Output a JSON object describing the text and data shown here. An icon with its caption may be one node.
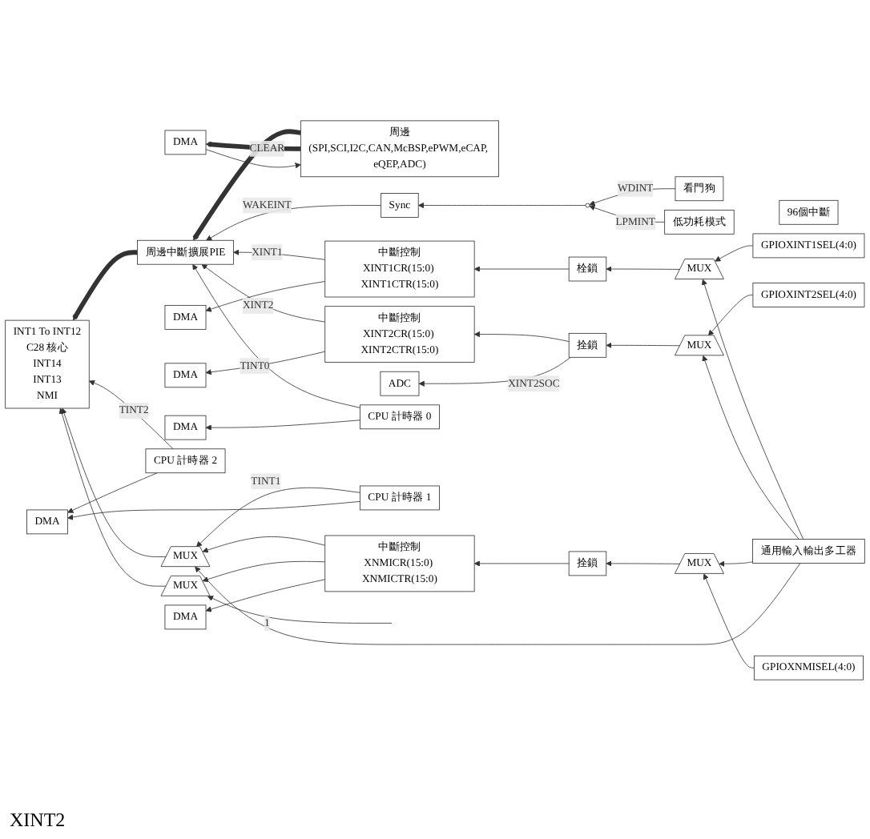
{
  "diagram": {
    "nodes": [
      {
        "text": [
          "INT1 To INT12",
          "C28 核心",
          "INT14",
          "INT13",
          "NMI"
        ]
      },
      {
        "text": [
          "周邊中斷擴展PIE"
        ]
      },
      {
        "text": [
          "96個中斷"
        ]
      },
      {
        "text": [
          "周邊",
          "(SPI,SCI,I2C,CAN,McBSP,ePWM,eCAP, eQEP,ADC)"
        ]
      },
      {
        "text": [
          "DMA"
        ]
      },
      {
        "text": [
          "Sync"
        ]
      },
      {
        "text": [],
        "shape": "gate"
      },
      {
        "text": [
          "看門狗"
        ]
      },
      {
        "text": [
          "低功耗模式"
        ]
      },
      {
        "text": [
          "DMA"
        ]
      },
      {
        "text": [
          "中斷控制",
          "XINT1CR(15:0) XINT1CTR(15:0)"
        ]
      },
      {
        "text": [
          "栓鎖"
        ]
      },
      {
        "text": [
          "MUX"
        ]
      },
      {
        "text": [
          "GPIOXINT1SEL(4:0)"
        ]
      },
      {
        "text": [
          "ADC"
        ]
      },
      {
        "text": [
          "DMA"
        ]
      },
      {
        "text": [
          "中斷控制",
          "XINT2CR(15:0) XINT2CTR(15:0)"
        ]
      },
      {
        "text": [
          "拴鎖"
        ]
      },
      {
        "text": [
          "MUX"
        ]
      },
      {
        "text": [
          "GPIOXINT2SEL(4:0)"
        ]
      },
      {
        "text": [
          "DMA"
        ]
      },
      {
        "text": [
          "CPU 計時器 0"
        ]
      },
      {
        "text": [
          "DMA"
        ]
      },
      {
        "text": [
          "CPU 計時器 2"
        ]
      },
      {
        "text": [
          "CPU 計時器 1"
        ]
      },
      {
        "text": [
          "MUX"
        ]
      },
      {
        "text": [
          "MUX"
        ]
      },
      {
        "text": [
          "中斷控制",
          "XNMICR(15:0) XNMICTR(15:0)"
        ]
      },
      {
        "text": [
          "拴鎖"
        ]
      },
      {
        "text": [
          "MUX"
        ]
      },
      {
        "text": [
          "GPIOXNMISEL(4:0)"
        ]
      },
      {
        "text": [
          "DMA"
        ]
      },
      {
        "text": [
          "通用輸入輸出多工器"
        ]
      }
    ],
    "edges": [
      {
        "from": 1,
        "to": 0,
        "arrow": "to",
        "style": "thick"
      },
      {
        "from": 3,
        "to": 1,
        "arrow": "to",
        "style": "thick"
      },
      {
        "from": 3,
        "to": 4,
        "arrow": "to",
        "style": "thick",
        "label": "CLEAR"
      },
      {
        "from": 4,
        "to": 3,
        "arrow": "to"
      },
      {
        "from": 5,
        "to": 1,
        "arrow": "to",
        "label": "WAKEINT"
      },
      {
        "from": 6,
        "to": 5,
        "arrow": "to"
      },
      {
        "from": 7,
        "to": 6,
        "arrow": "to",
        "label": "WDINT"
      },
      {
        "from": 8,
        "to": 6,
        "arrow": "to",
        "label": "LPMINT"
      },
      {
        "from": 10,
        "to": 1,
        "arrow": "to",
        "label": "XINT1"
      },
      {
        "from": 10,
        "to": 9,
        "arrow": "to"
      },
      {
        "from": 11,
        "to": 10,
        "arrow": "to"
      },
      {
        "from": 12,
        "to": 11,
        "arrow": "to"
      },
      {
        "from": 13,
        "to": 12,
        "arrow": "to"
      },
      {
        "from": 32,
        "to": 12,
        "arrow": "to"
      },
      {
        "from": 16,
        "to": 1,
        "arrow": "to",
        "label": "XINT2"
      },
      {
        "from": 16,
        "to": 15,
        "arrow": "to"
      },
      {
        "from": 17,
        "to": 16,
        "arrow": "to"
      },
      {
        "from": 17,
        "to": 14,
        "arrow": "to",
        "label": "XINT2SOC"
      },
      {
        "from": 18,
        "to": 17,
        "arrow": "to"
      },
      {
        "from": 19,
        "to": 18,
        "arrow": "to"
      },
      {
        "from": 32,
        "to": 18,
        "arrow": "to"
      },
      {
        "from": 21,
        "to": 1,
        "arrow": "to",
        "label": "TINT0"
      },
      {
        "from": 21,
        "to": 20,
        "arrow": "to"
      },
      {
        "from": 23,
        "to": 0,
        "arrow": "to",
        "label": "TINT2"
      },
      {
        "from": 23,
        "to": 22,
        "arrow": "to"
      },
      {
        "from": 24,
        "to": 25,
        "arrow": "to",
        "label": "TINT1"
      },
      {
        "from": 24,
        "to": 22,
        "arrow": "to"
      },
      {
        "from": 25,
        "to": 0,
        "arrow": "to"
      },
      {
        "from": 27,
        "to": 25,
        "arrow": "to"
      },
      {
        "from": 27,
        "to": 26,
        "arrow": "to"
      },
      {
        "from": 27,
        "to": 31,
        "arrow": "to"
      },
      {
        "from": null,
        "to": 26,
        "arrow": "to",
        "label": "1"
      },
      {
        "from": 26,
        "to": 0,
        "arrow": "to"
      },
      {
        "from": 28,
        "to": 27,
        "arrow": "to"
      },
      {
        "from": 29,
        "to": 28,
        "arrow": "to"
      },
      {
        "from": 30,
        "to": 29,
        "arrow": "to"
      },
      {
        "from": 32,
        "to": 29,
        "arrow": "to"
      },
      {
        "from": 32,
        "to": 25,
        "arrow": "to"
      }
    ],
    "labels": [
      "XINT2"
    ]
  }
}
